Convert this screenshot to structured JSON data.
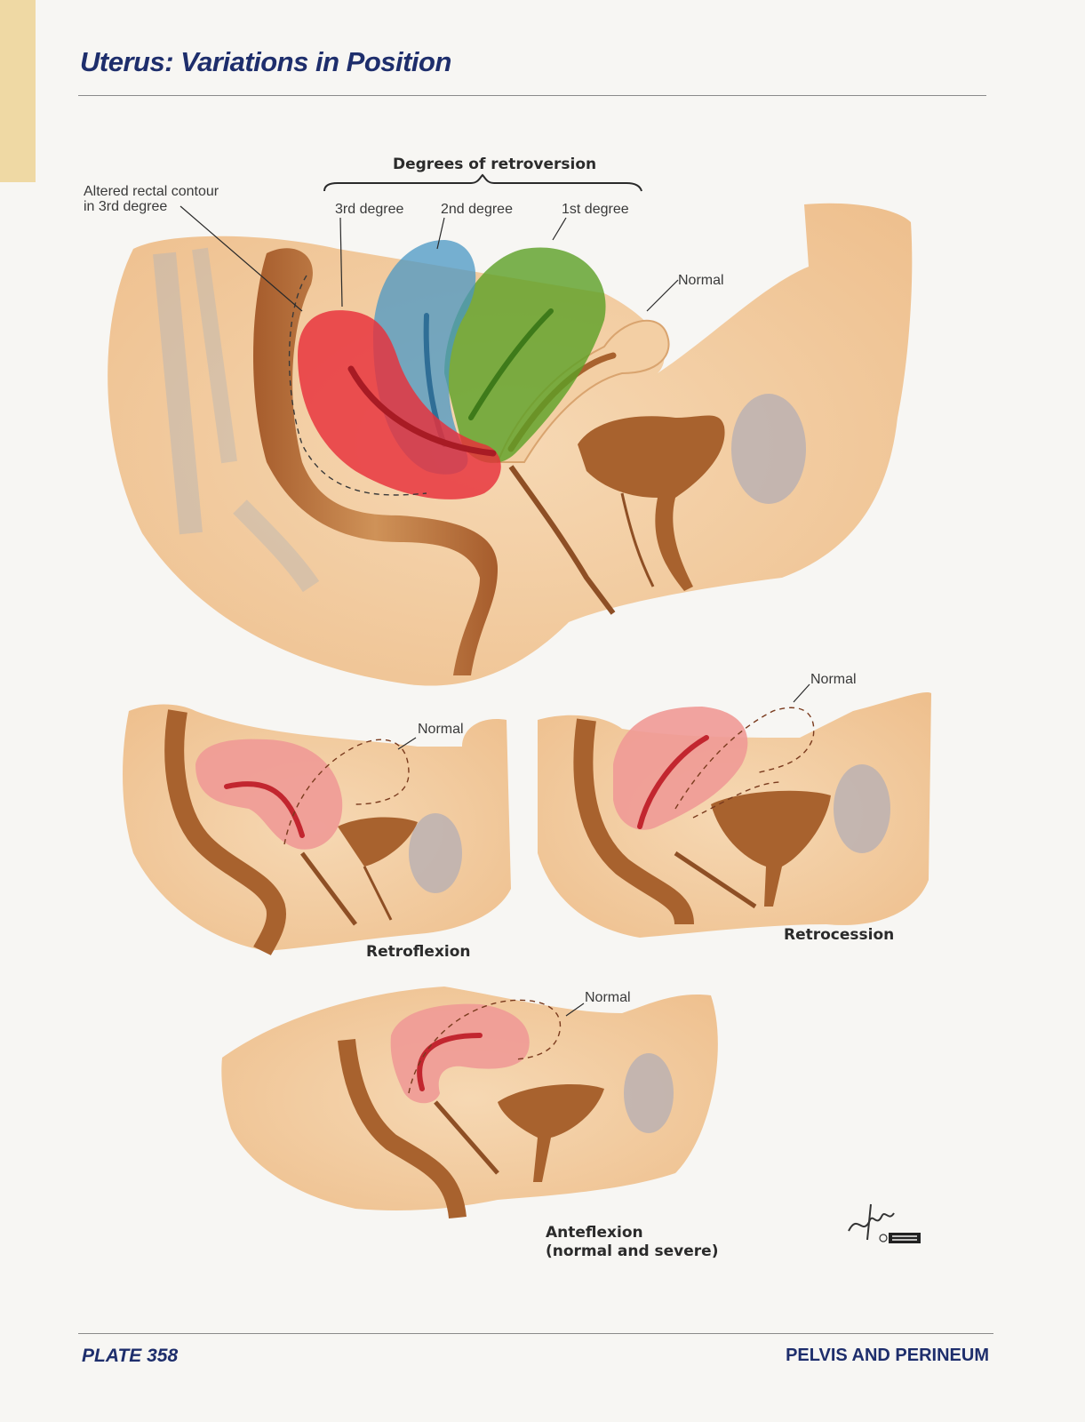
{
  "title": "Uterus: Variations in Position",
  "footer": {
    "plate": "PLATE 358",
    "section": "PELVIS AND PERINEUM"
  },
  "main_figure": {
    "group_label": "Degrees of retroversion",
    "altered_label_line1": "Altered rectal contour",
    "altered_label_line2": "in 3rd degree",
    "deg3": "3rd degree",
    "deg2": "2nd degree",
    "deg1": "1st degree",
    "normal": "Normal"
  },
  "retroflexion": {
    "caption": "Retroflexion",
    "normal": "Normal"
  },
  "retrocession": {
    "caption": "Retrocession",
    "normal": "Normal"
  },
  "anteflexion": {
    "caption_line1": "Anteflexion",
    "caption_line2": "(normal and severe)",
    "normal": "Normal"
  },
  "colors": {
    "tissue": "#f3cfa4",
    "organ_brown": "#b8703c",
    "third_degree_red": "#e8303a",
    "second_degree_blue": "#4a97c4",
    "first_degree_green": "#5ba026",
    "displaced_pink": "#ef9a96",
    "title_blue": "#1e2e6c"
  }
}
